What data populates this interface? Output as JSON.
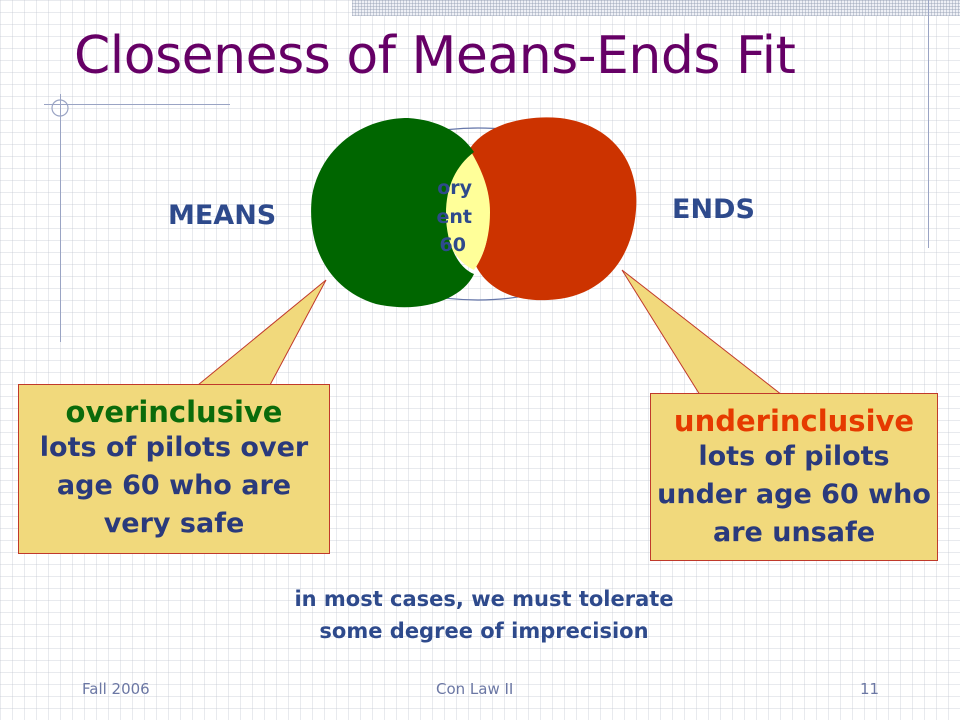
{
  "slide": {
    "title": "Closeness of Means-Ends Fit",
    "means_label": "MEANS",
    "ends_label": "ENDS",
    "overlap_text": [
      "ory",
      "ent",
      "60"
    ],
    "overinclusive": {
      "heading": "overinclusive",
      "body": "lots of pilots over age 60 who are very safe"
    },
    "underinclusive": {
      "heading": "underinclusive",
      "body": "lots of pilots under age 60 who are unsafe"
    },
    "note_line1": "in most cases, we must tolerate",
    "note_line2": "some degree of imprecision"
  },
  "footer": {
    "left": "Fall 2006",
    "center": "Con Law II",
    "page": "11"
  },
  "colors": {
    "title": "#660066",
    "means_circle": "#006600",
    "ends_circle": "#cc3300",
    "overlap": "#ffff99",
    "callout_fill": "#f1d97c",
    "label_blue": "#2e4a8c"
  }
}
